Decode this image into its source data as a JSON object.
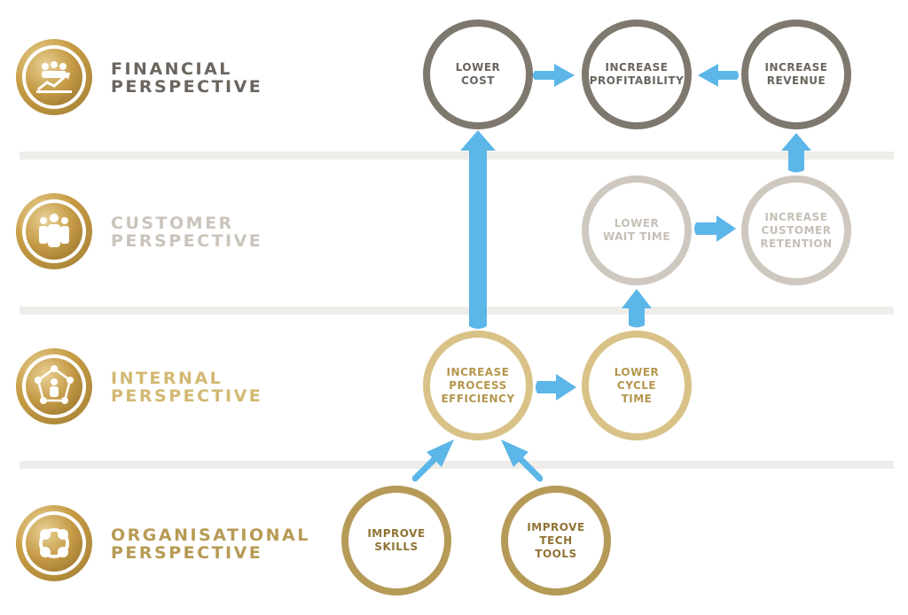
{
  "perspectives": [
    {
      "line1": "FINANCIAL",
      "line2": "PERSPECTIVE",
      "icon": "growth-chart-icon",
      "color": "#6b655e"
    },
    {
      "line1": "CUSTOMER",
      "line2": "PERSPECTIVE",
      "icon": "people-group-icon",
      "color": "#cbc4bb"
    },
    {
      "line1": "INTERNAL",
      "line2": "PERSPECTIVE",
      "icon": "network-people-icon",
      "color": "#d2b872"
    },
    {
      "line1": "ORGANISATIONAL",
      "line2": "PERSPECTIVE",
      "icon": "team-circle-icon",
      "color": "#b79a54"
    }
  ],
  "nodes": {
    "lower_cost": "LOWER\nCOST",
    "increase_profitability": "INCREASE\nPROFITABILITY",
    "increase_revenue": "INCREASE\nREVENUE",
    "lower_wait_time": "LOWER\nWAIT TIME",
    "increase_customer_retention": "INCREASE\nCUSTOMER\nRETENTION",
    "increase_process_efficiency": "INCREASE\nPROCESS\nEFFICIENCY",
    "lower_cycle_time": "LOWER\nCYCLE\nTIME",
    "improve_skills": "IMPROVE\nSKILLS",
    "improve_tech_tools": "IMPROVE\nTECH\nTOOLS"
  },
  "colors": {
    "arrow": "#5cb6e8",
    "financial": "#7f786f",
    "customer": "#cfc8c0",
    "internal": "#d9c287",
    "organisational": "#b69a58",
    "gold": "#c59a45"
  }
}
